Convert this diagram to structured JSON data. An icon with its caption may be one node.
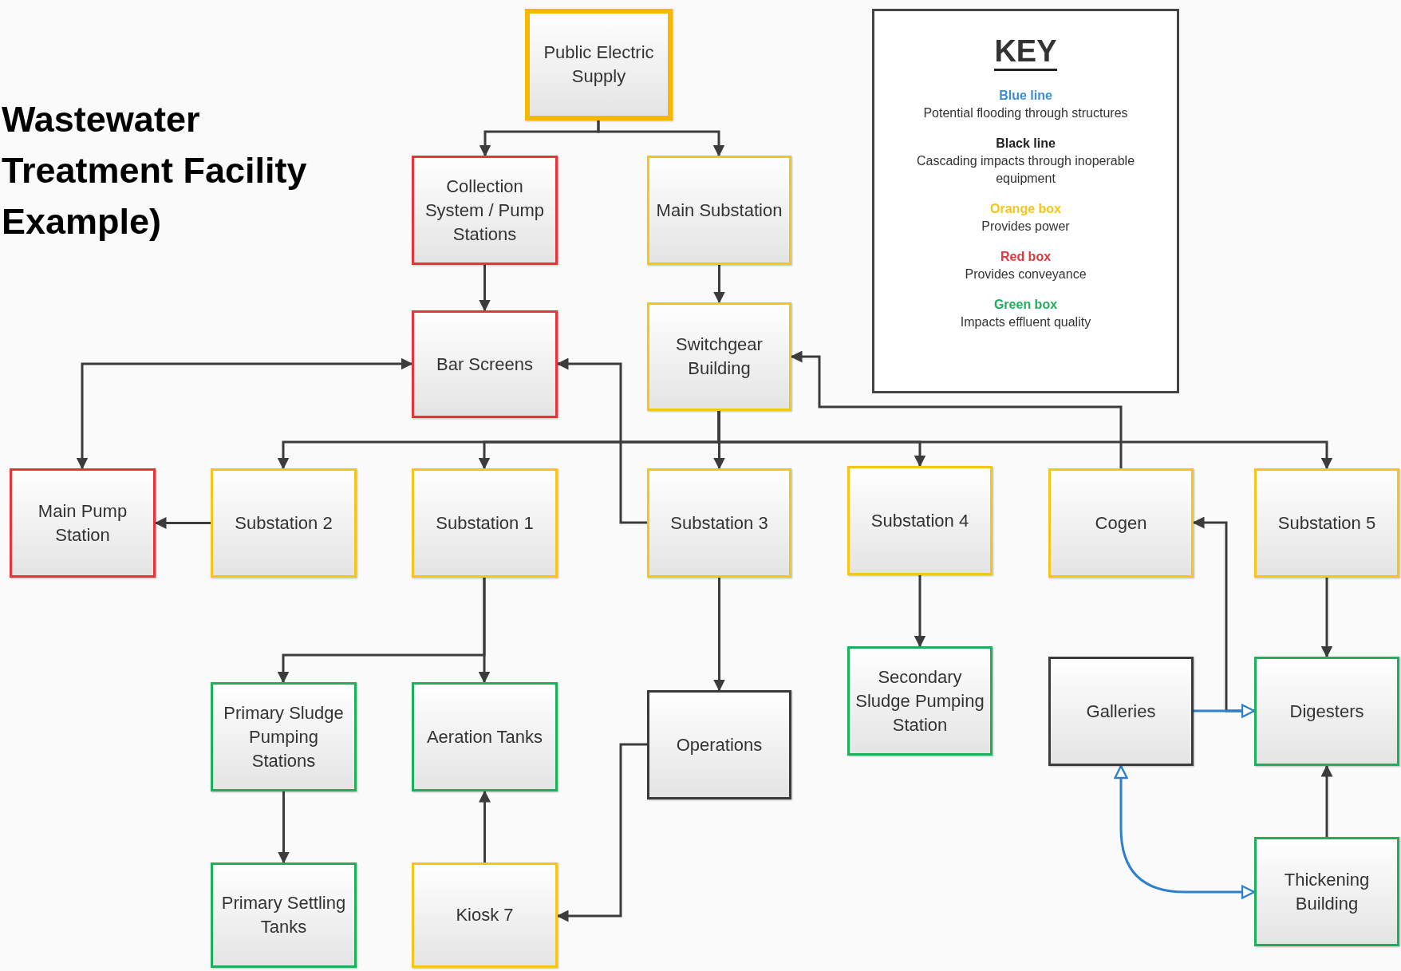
{
  "diagram": {
    "title": "Wastewater Treatment Facility Example)",
    "nodes": [
      {
        "text": [
          "Public Electric Supply"
        ]
      },
      {
        "text": [
          "Collection System / Pump Stations"
        ]
      },
      {
        "text": [
          "Main Substation"
        ]
      },
      {
        "text": [
          "Bar Screens"
        ]
      },
      {
        "text": [
          "Switchgear Building"
        ]
      },
      {
        "text": [
          "Main Pump Station"
        ]
      },
      {
        "text": [
          "Substation 2"
        ]
      },
      {
        "text": [
          "Substation 1"
        ]
      },
      {
        "text": [
          "Substation 3"
        ]
      },
      {
        "text": [
          "Substation 4"
        ]
      },
      {
        "text": [
          "Cogen"
        ]
      },
      {
        "text": [
          "Substation 5"
        ]
      },
      {
        "text": [
          "Primary Sludge Pumping Stations"
        ]
      },
      {
        "text": [
          "Aeration Tanks"
        ]
      },
      {
        "text": [
          "Operations"
        ]
      },
      {
        "text": [
          "Secondary Sludge Pumping Station"
        ]
      },
      {
        "text": [
          "Galleries"
        ]
      },
      {
        "text": [
          "Digesters"
        ]
      },
      {
        "text": [
          "Primary Settling Tanks"
        ]
      },
      {
        "text": [
          "Kiosk 7"
        ]
      },
      {
        "text": [
          "Thickening Building"
        ]
      }
    ],
    "edges": [
      {
        "from": 0,
        "to": 1,
        "arrow": "to"
      },
      {
        "from": 0,
        "to": 2,
        "arrow": "to"
      },
      {
        "from": 1,
        "to": 3,
        "arrow": "to"
      },
      {
        "from": 2,
        "to": 4,
        "arrow": "to"
      },
      {
        "from": 4,
        "to": 6,
        "arrow": "to"
      },
      {
        "from": 4,
        "to": 7,
        "arrow": "to"
      },
      {
        "from": 4,
        "to": 8,
        "arrow": "to"
      },
      {
        "from": 4,
        "to": 9,
        "arrow": "to"
      },
      {
        "from": 4,
        "to": 11,
        "arrow": "to"
      },
      {
        "from": 5,
        "to": 3,
        "arrow": "both"
      },
      {
        "from": 6,
        "to": 5,
        "arrow": "to"
      },
      {
        "from": 8,
        "to": 3,
        "arrow": "to"
      },
      {
        "from": 10,
        "to": 4,
        "arrow": "to"
      },
      {
        "from": 7,
        "to": 12,
        "arrow": "to"
      },
      {
        "from": 7,
        "to": 13,
        "arrow": "to"
      },
      {
        "from": 12,
        "to": 18,
        "arrow": "to"
      },
      {
        "from": 19,
        "to": 13,
        "arrow": "to"
      },
      {
        "from": 8,
        "to": 14,
        "arrow": "to"
      },
      {
        "from": 14,
        "to": 19,
        "arrow": "to"
      },
      {
        "from": 9,
        "to": 15,
        "arrow": "to"
      },
      {
        "from": 11,
        "to": 17,
        "arrow": "to"
      },
      {
        "from": 20,
        "to": 17,
        "arrow": "to"
      },
      {
        "from": 17,
        "to": 10,
        "arrow": "to"
      },
      {
        "from": 16,
        "to": 17,
        "arrow": "to",
        "color": "#2f80cc"
      },
      {
        "from": 16,
        "to": 20,
        "arrow": "both",
        "color": "#2f80cc"
      }
    ],
    "labels": [
      "KEY",
      "Potential flooding through structures",
      "Cascading impacts through inoperable equipment",
      "Provides power",
      "Provides conveyance",
      "Impacts effluent quality"
    ],
    "legend": [
      {
        "text": "Blue line",
        "color": "#3b8fd9"
      },
      {
        "text": "Black line",
        "color": "#222222"
      },
      {
        "text": "Orange box",
        "color": "#f5c518"
      },
      {
        "text": "Red box",
        "color": "#e8323c"
      },
      {
        "text": "Green box",
        "color": "#1fae5c"
      }
    ]
  }
}
